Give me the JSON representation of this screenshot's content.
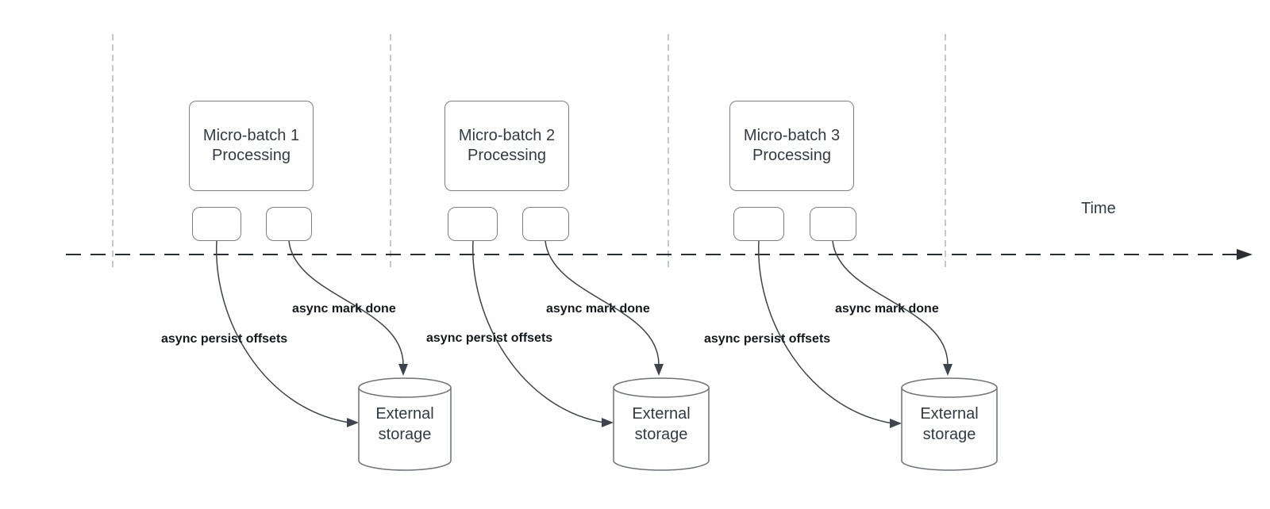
{
  "timeline": {
    "label": "Time"
  },
  "batches": [
    {
      "title_line1": "Micro-batch 1",
      "title_line2": "Processing",
      "persist_label": "async persist offsets",
      "mark_done_label": "async mark done",
      "storage_line1": "External",
      "storage_line2": "storage"
    },
    {
      "title_line1": "Micro-batch 2",
      "title_line2": "Processing",
      "persist_label": "async persist offsets",
      "mark_done_label": "async mark done",
      "storage_line1": "External",
      "storage_line2": "storage"
    },
    {
      "title_line1": "Micro-batch 3",
      "title_line2": "Processing",
      "persist_label": "async persist offsets",
      "mark_done_label": "async mark done",
      "storage_line1": "External",
      "storage_line2": "storage"
    }
  ],
  "colors": {
    "box_border": "#7b7f85",
    "box_text": "#333a45",
    "flow_label_text": "#15181d",
    "arrow_line": "#3f434b",
    "time_axis": "#2b2e33",
    "boundary_line": "#b4b7bb",
    "background": "#ffffff"
  }
}
